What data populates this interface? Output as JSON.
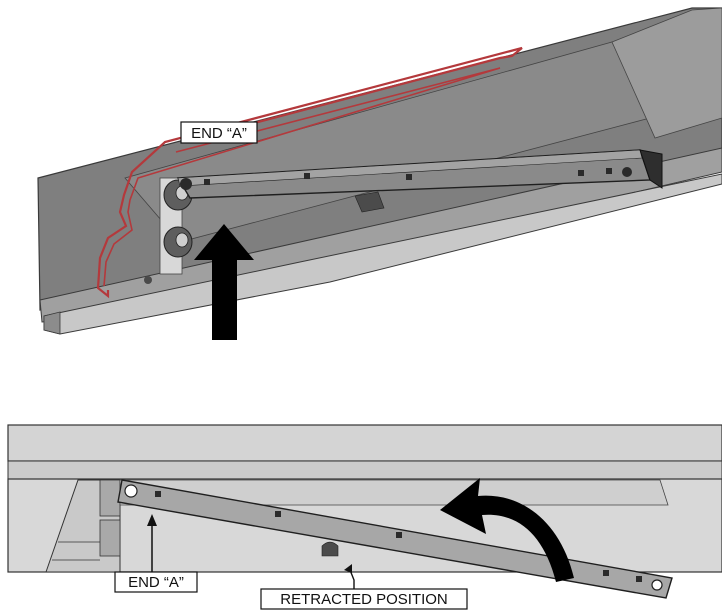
{
  "top_view": {
    "label_end_a": "END “A”"
  },
  "bottom_view": {
    "label_end_a": "END “A”",
    "label_retracted": "RETRACTED POSITION"
  },
  "colors": {
    "housing_dark": "#6f6f6f",
    "housing_light": "#b9b9b9",
    "housing_face": "#8d8d8d",
    "arm": "#7c7c7c",
    "arm_light": "#9a9a9a",
    "gasket_red": "#b4393c",
    "arrow": "#000000",
    "panel_light": "#d2d2d2",
    "panel_mid": "#c4c4c4",
    "panel_dark": "#acacac"
  },
  "icons": [
    "up-arrow-icon",
    "curved-arrow-icon"
  ]
}
